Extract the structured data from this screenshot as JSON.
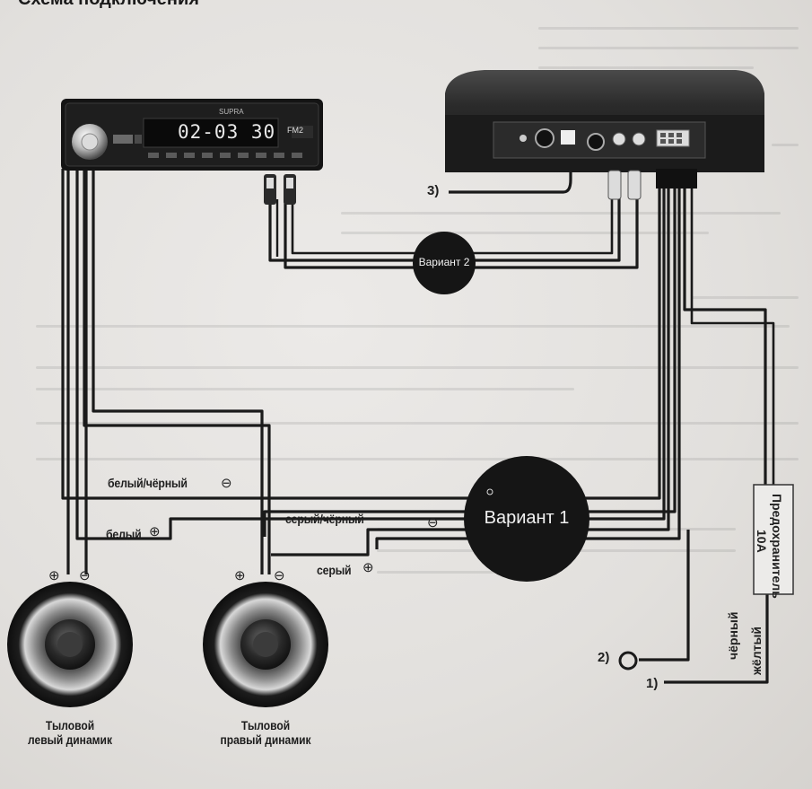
{
  "title": "Схема подключения",
  "head_unit": {
    "brand": "SUPRA",
    "display_time": "02-03 30",
    "display_band": "FM2"
  },
  "variants": {
    "v1": "Вариант 1",
    "v2": "Вариант 2"
  },
  "wires": {
    "white_black": "белый/чёрный",
    "white": "белый",
    "gray_black": "серый/чёрный",
    "gray": "серый",
    "black": "чёрный",
    "yellow": "жёлтый"
  },
  "symbols": {
    "plus": "⊕",
    "minus": "⊖"
  },
  "fuse": {
    "line1": "Предохранитель",
    "line2": "10A"
  },
  "numbers": {
    "n1": "1)",
    "n2": "2)",
    "n3": "3)"
  },
  "speakers": {
    "left": {
      "line1": "Тыловой",
      "line2": "левый динамик"
    },
    "right": {
      "line1": "Тыловой",
      "line2": "правый динамик"
    }
  },
  "colors": {
    "wire": "#1a1a1a",
    "circle": "#151515",
    "paper": "#e4e2df"
  }
}
